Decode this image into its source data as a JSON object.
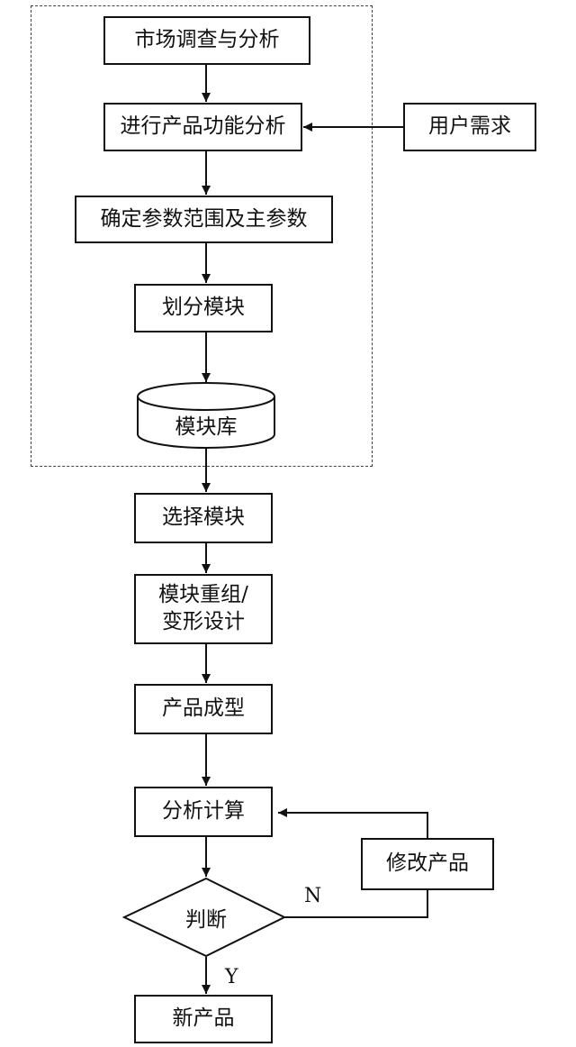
{
  "nodes": {
    "market_research": "市场调查与分析",
    "function_analysis": "进行产品功能分析",
    "user_demand": "用户需求",
    "param_range": "确定参数范围及主参数",
    "divide_modules": "划分模块",
    "module_library": "模块库",
    "select_modules": "选择模块",
    "recombine_design": "模块重组/\n变形设计",
    "product_forming": "产品成型",
    "analysis_calc": "分析计算",
    "modify_product": "修改产品",
    "judge": "判断",
    "new_product": "新产品"
  },
  "edge_labels": {
    "no": "N",
    "yes": "Y"
  },
  "colors": {
    "line": "#111111",
    "dashed_border": "#444444",
    "background": "#ffffff"
  }
}
